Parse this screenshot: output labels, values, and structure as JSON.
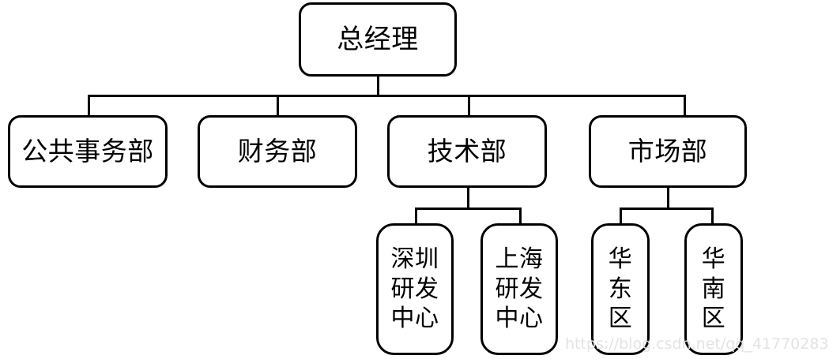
{
  "diagram": {
    "type": "organization-chart",
    "title": "",
    "orientation": "top-down",
    "theme": {
      "background": "#ffffff",
      "stroke": "#000000",
      "fill": "#ffffff",
      "text": "#000000",
      "watermark_color": "#e3e3e3"
    },
    "levels": 3,
    "nodes": {
      "root": {
        "label": "总经理",
        "level": 1
      },
      "departments": [
        {
          "label": "公共事务部",
          "level": 2
        },
        {
          "label": "财务部",
          "level": 2
        },
        {
          "label": "技术部",
          "level": 2
        },
        {
          "label": "市场部",
          "level": 2
        }
      ],
      "tech_children": [
        {
          "label": "深圳\n研发\n中心",
          "level": 3,
          "parent": "技术部"
        },
        {
          "label": "上海\n研发\n中心",
          "level": 3,
          "parent": "技术部"
        }
      ],
      "market_children": [
        {
          "label": "华\n东\n区",
          "level": 3,
          "parent": "市场部"
        },
        {
          "label": "华\n南\n区",
          "level": 3,
          "parent": "市场部"
        }
      ]
    }
  },
  "watermark": {
    "text": "https://blog.csdn.net/qq_41770283"
  }
}
